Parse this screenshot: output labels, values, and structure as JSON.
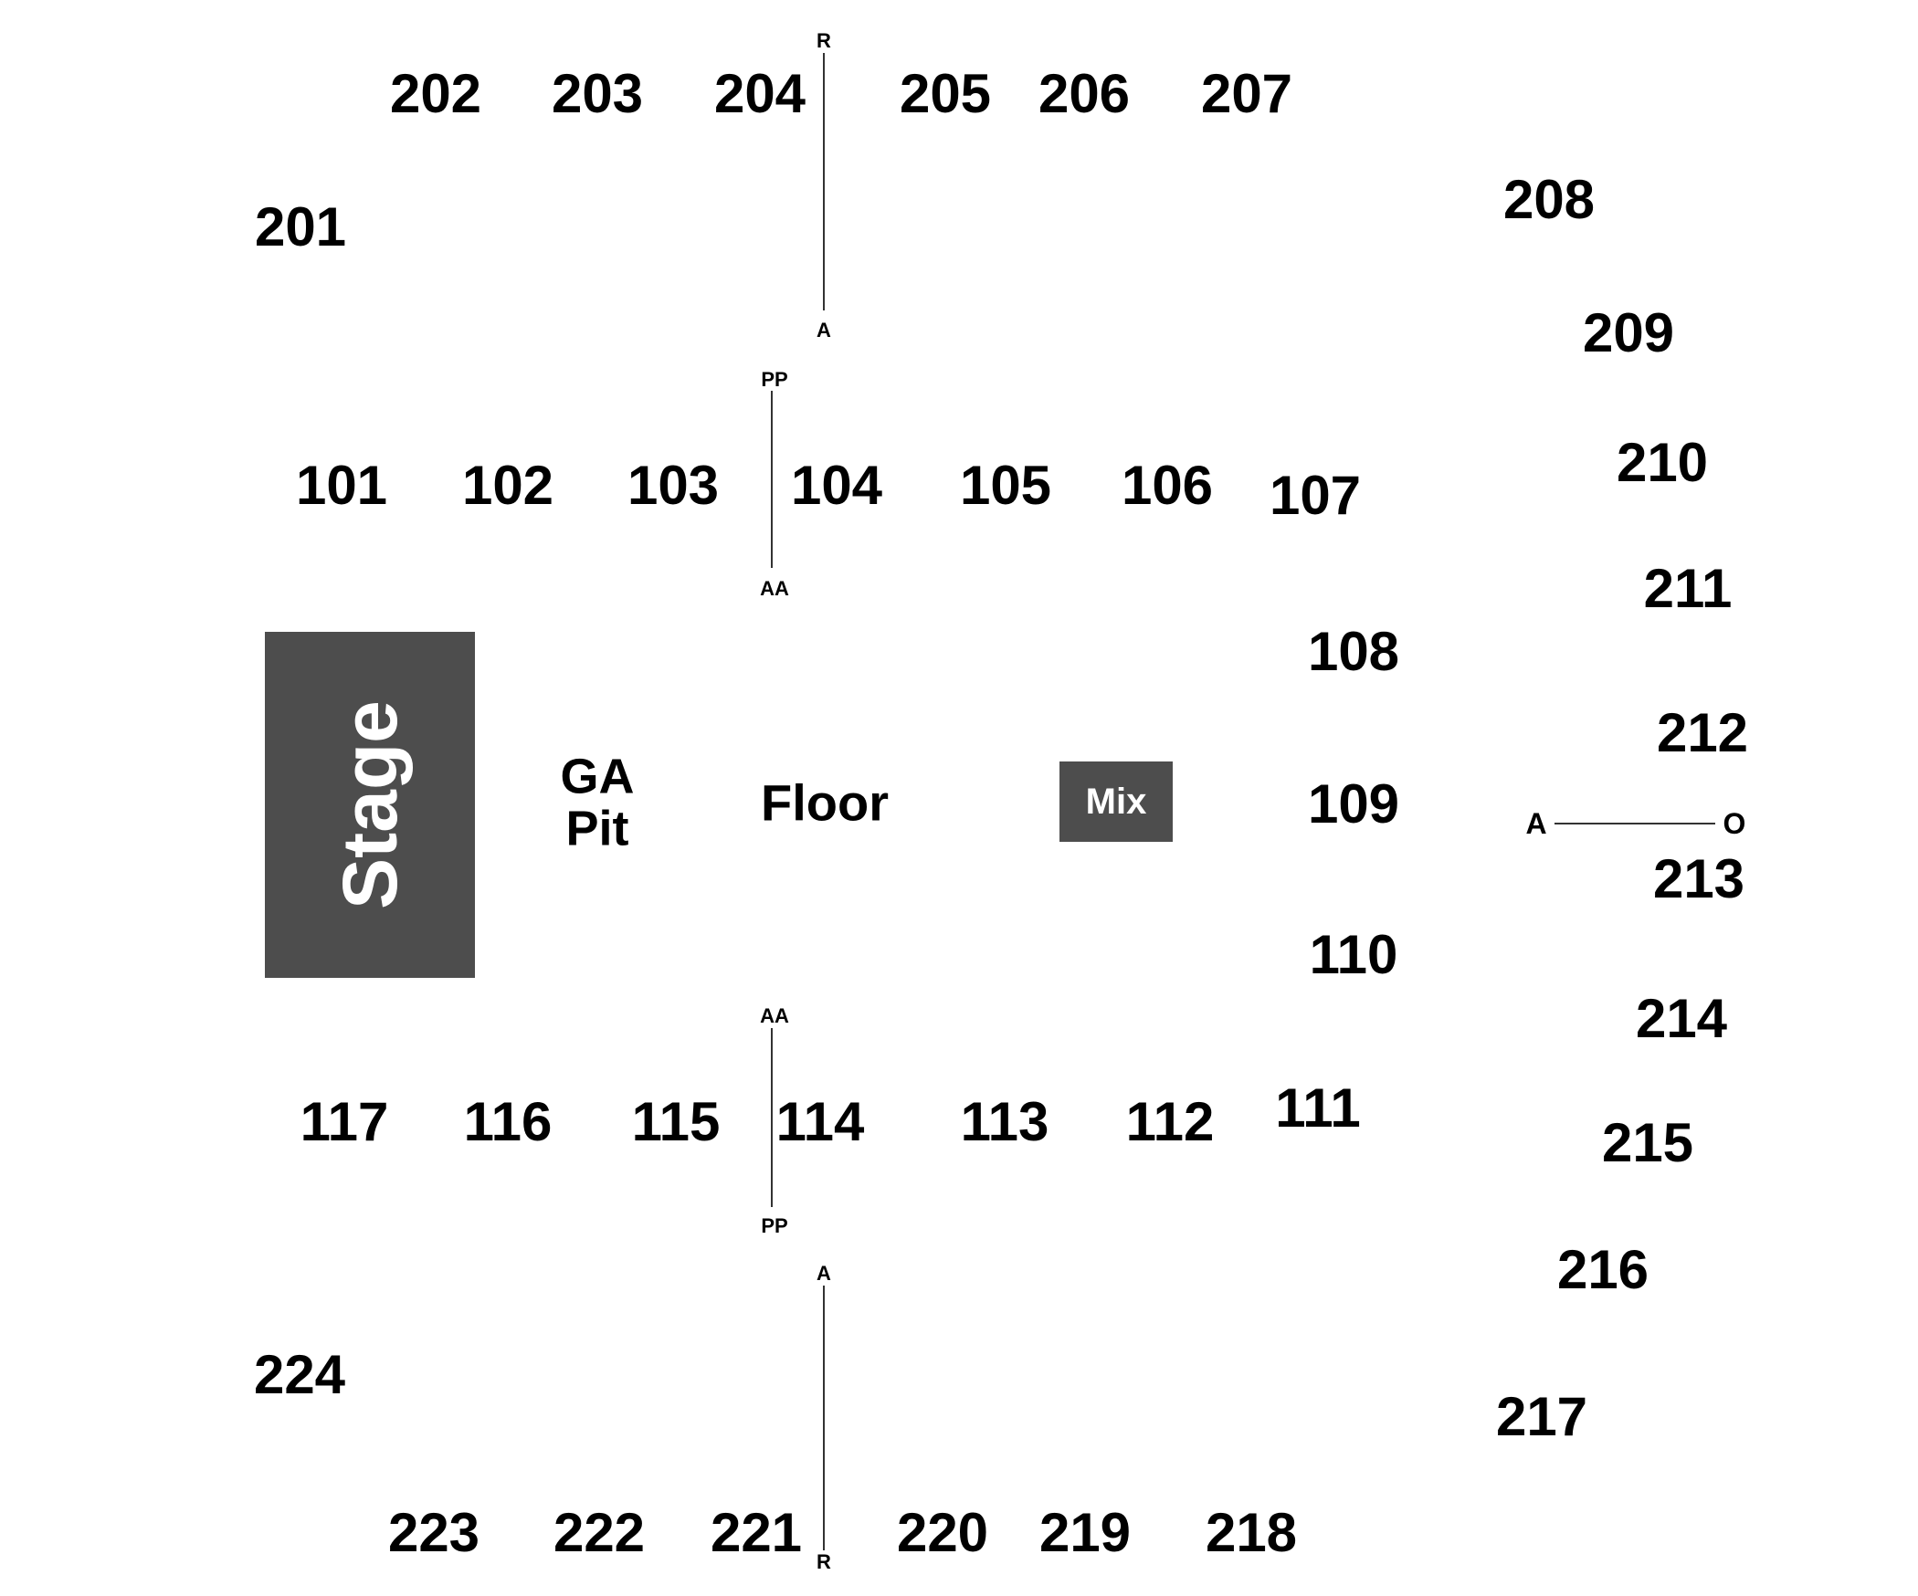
{
  "stage_label": "Stage",
  "mix_label": "Mix",
  "floor_label": "Floor",
  "ga_pit": {
    "line1": "GA",
    "line2": "Pit"
  },
  "colors": {
    "block_fill": "#4d4d4d",
    "block_text": "#ffffff",
    "label_text": "#000000"
  },
  "upper_top": [
    "202",
    "203",
    "204",
    "205",
    "206",
    "207"
  ],
  "upper_bottom": [
    "223",
    "222",
    "221",
    "220",
    "219",
    "218"
  ],
  "upper_left": [
    "201",
    "224"
  ],
  "upper_right": [
    "208",
    "209",
    "210",
    "211",
    "212",
    "213",
    "214",
    "215",
    "216",
    "217"
  ],
  "lower_top": [
    "101",
    "102",
    "103",
    "104",
    "105",
    "106",
    "107"
  ],
  "lower_bottom": [
    "117",
    "116",
    "115",
    "114",
    "113",
    "112",
    "111"
  ],
  "lower_right": [
    "108",
    "109",
    "110"
  ],
  "row_markers": {
    "top_upper": [
      "R",
      "A"
    ],
    "bottom_upper": [
      "A",
      "R"
    ],
    "top_lower": [
      "PP",
      "AA"
    ],
    "bottom_lower": [
      "AA",
      "PP"
    ],
    "right_upper": [
      "A",
      "O"
    ]
  }
}
